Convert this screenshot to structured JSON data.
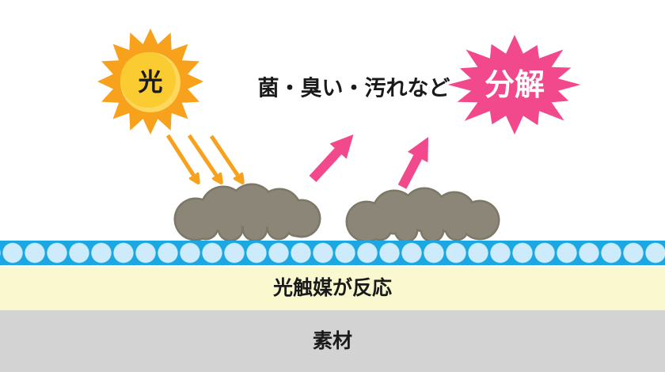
{
  "diagram": {
    "sun_label": "光",
    "targets_label": "菌・臭い・汚れなど",
    "burst_label": "分解",
    "reaction_layer_label": "光触媒が反応",
    "substrate_layer_label": "素材"
  },
  "icons": [
    "sun-icon",
    "light-ray-arrows-icon",
    "contaminant-cloud-left-icon",
    "contaminant-cloud-right-icon",
    "decompose-arrows-icon",
    "burst-icon"
  ],
  "colors": {
    "sun_outer": "#F7A11C",
    "sun_inner": "#FBCB32",
    "sun_inner_light": "#FDD85D",
    "light_arrow": "#F7A11C",
    "decompose_arrow": "#F2498C",
    "burst": "#F2498C",
    "cloud": "#8C8678",
    "cloud_outline": "#7D7767",
    "catalyst_band": "#1BA7E2",
    "catalyst_particle": "#CDEBFA",
    "reaction_band": "#FAF8CE",
    "substrate_band": "#D3D3D3",
    "text": "#1A1A1A"
  }
}
